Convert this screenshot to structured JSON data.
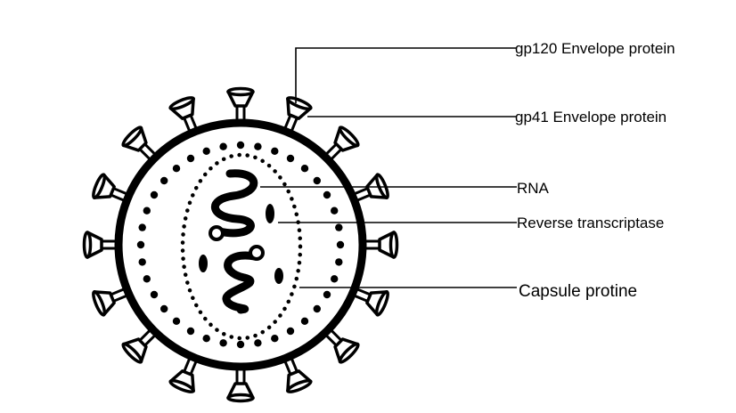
{
  "labels": {
    "gp120": "gp120 Envelope protein",
    "gp41": "gp41 Envelope protein",
    "rna": "RNA",
    "reverse_transcriptase": "Reverse transcriptase",
    "capsule": "Capsule protine"
  },
  "colors": {
    "ink": "#000000",
    "background": "#ffffff"
  }
}
